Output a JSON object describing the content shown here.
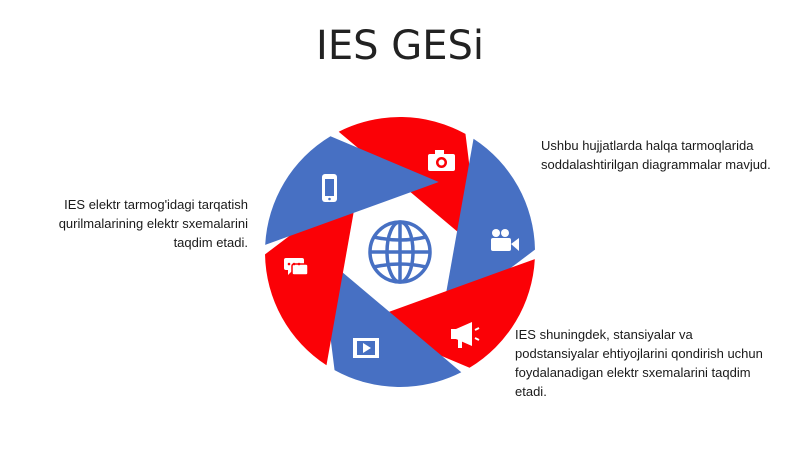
{
  "slide": {
    "title": "IES GESi",
    "notes": {
      "top_right": "Ushbu hujjatlarda halqa tarmoqlarida soddalashtirilgan diagrammalar mavjud.",
      "left": "IES elektr tarmog'idagi tarqatish qurilmalarining elektr sxemalarini taqdim etadi.",
      "bottom_right": "IES shuningdek, stansiyalar va podstansiyalar ehtiyojlarini qondirish uchun foydalanadigan elektr sxemalarini taqdim etadi."
    }
  },
  "colors": {
    "red": "#fb0106",
    "blue": "#4770c3",
    "white": "#ffffff"
  },
  "wheel": {
    "center_icon": "globe-icon",
    "segments": [
      {
        "icon": "camera-icon",
        "color": "red"
      },
      {
        "icon": "video-camera-icon",
        "color": "blue"
      },
      {
        "icon": "megaphone-icon",
        "color": "red"
      },
      {
        "icon": "film-play-icon",
        "color": "blue"
      },
      {
        "icon": "chat-icon",
        "color": "red"
      },
      {
        "icon": "phone-icon",
        "color": "blue"
      }
    ]
  }
}
